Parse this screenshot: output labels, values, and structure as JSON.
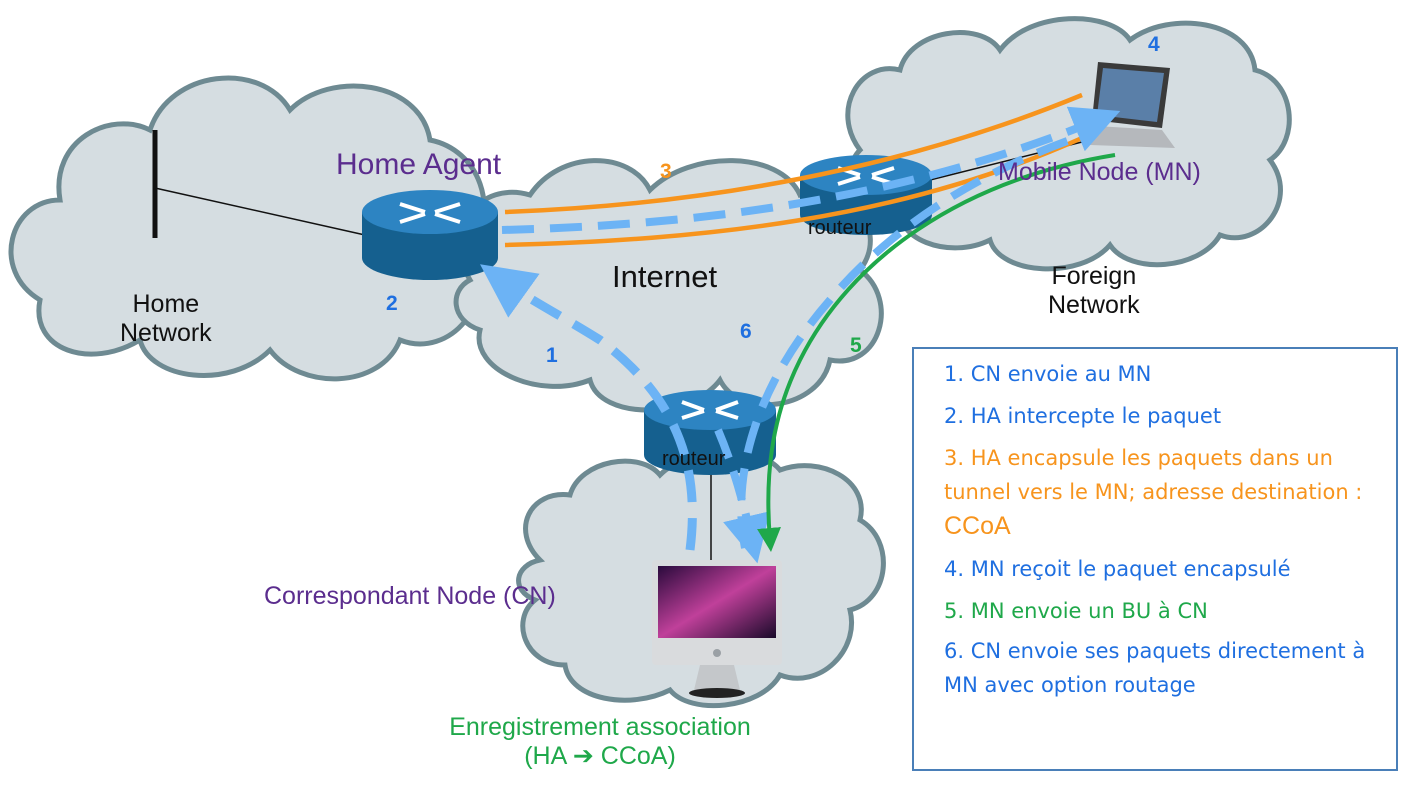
{
  "networks": {
    "home": [
      "Home",
      "Network"
    ],
    "internet": "Internet",
    "foreign": [
      "Foreign",
      "Network"
    ]
  },
  "nodes": {
    "home_agent": "Home Agent",
    "mobile_node": "Mobile Node (MN)",
    "correspondent": "Correspondant Node (CN)",
    "router_top": "routeur",
    "router_bottom": "routeur"
  },
  "step_markers": {
    "s1": "1",
    "s2": "2",
    "s3": "3",
    "s4": "4",
    "s5": "5",
    "s6": "6"
  },
  "registration": {
    "line1": "Enregistrement association",
    "line2_prefix": "(HA",
    "arrow": "➔",
    "line2_suffix": "CCoA)"
  },
  "legend": [
    {
      "text": "1. CN envoie au MN",
      "color": "#1f6fe0"
    },
    {
      "text": "2. HA intercepte le paquet",
      "color": "#1f6fe0"
    },
    {
      "text": "3. HA encapsule les paquets dans un tunnel vers le MN; adresse destination : ",
      "suffix": "CCoA",
      "color": "#f7941d"
    },
    {
      "text": "4. MN reçoit le paquet encapsulé",
      "color": "#1f6fe0"
    },
    {
      "text": "5. MN envoie un BU à CN",
      "color": "#1fa84a"
    },
    {
      "text": "6. CN envoie ses paquets directement à MN avec option routage",
      "color": "#1f6fe0"
    }
  ],
  "colors": {
    "cloud_fill": "#d5dde1",
    "cloud_stroke": "#6e8a92",
    "router": "#1f6fa8",
    "dashed_flow": "#6cb3f5",
    "tunnel": "#f7941d",
    "binding_update": "#1fa84a"
  }
}
